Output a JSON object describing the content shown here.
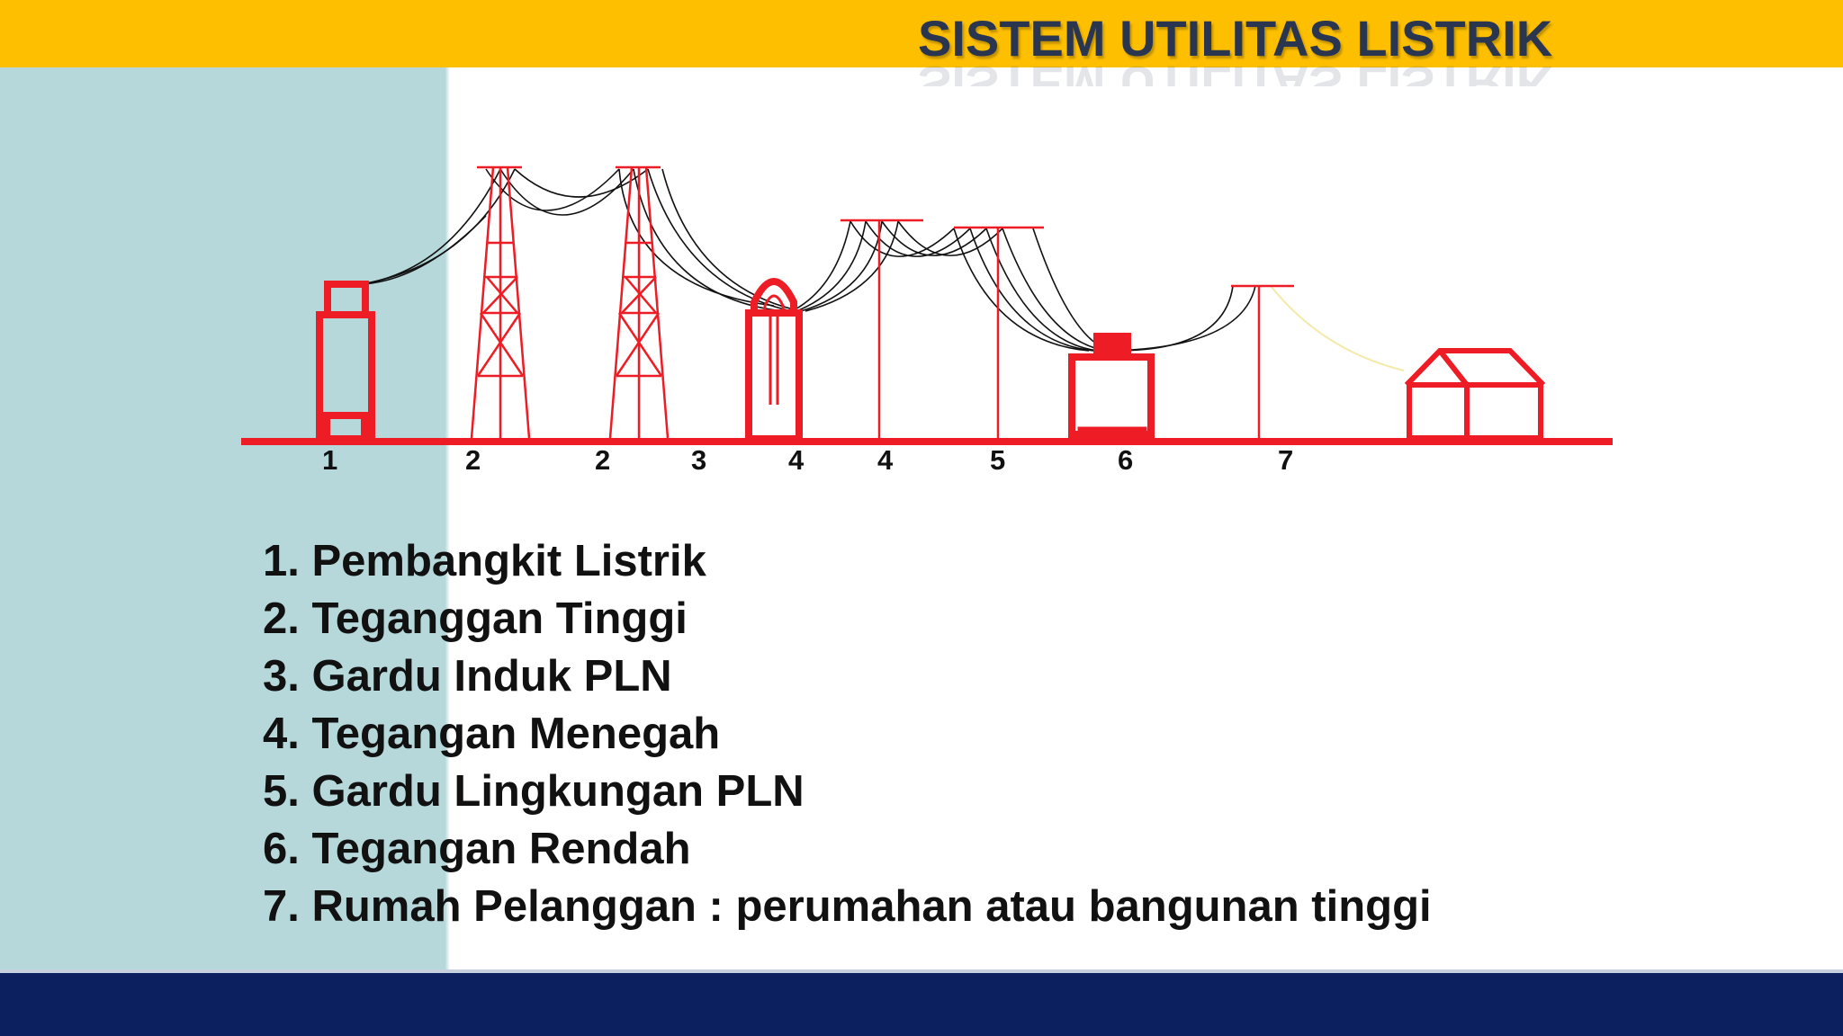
{
  "slide": {
    "title": "SISTEM UTILITAS LISTRIK",
    "colors": {
      "top_bar": "#fdbf00",
      "side_panel": "#b6d8da",
      "bottom_bar": "#0c1f5f",
      "diagram_red": "#ee1c24",
      "wire": "#111111"
    }
  },
  "diagram": {
    "labels": [
      "1",
      "2",
      "2",
      "3",
      "4",
      "4",
      "5",
      "6",
      "7"
    ]
  },
  "legend": {
    "items": [
      "1. Pembangkit Listrik",
      "2. Teganggan Tinggi",
      "3. Gardu Induk PLN",
      "4. Tegangan Menegah",
      "5. Gardu Lingkungan PLN",
      "6. Tegangan Rendah",
      "7. Rumah Pelanggan : perumahan atau bangunan tinggi"
    ]
  }
}
